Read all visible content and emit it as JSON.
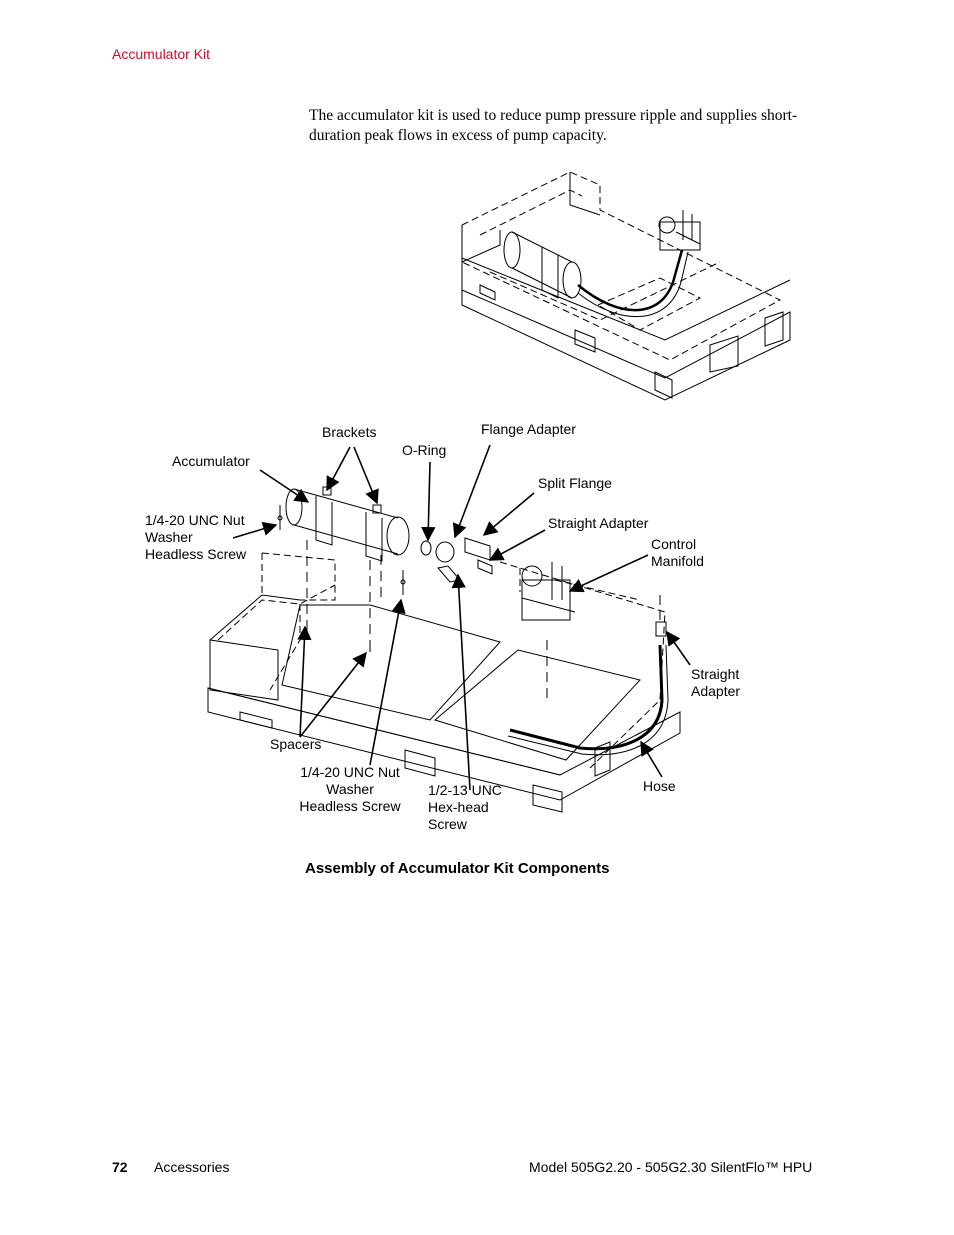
{
  "header": {
    "section": "Accumulator Kit"
  },
  "intro": "The accumulator kit is used to reduce pump pressure ripple and supplies short-duration peak flows in excess of pump capacity.",
  "callouts": {
    "accumulator": "Accumulator",
    "brackets": "Brackets",
    "o_ring": "O-Ring",
    "flange_adapter": "Flange Adapter",
    "split_flange": "Split Flange",
    "straight_adapter_top": "Straight Adapter",
    "control_manifold": [
      "Control",
      "Manifold"
    ],
    "fasteners_left": [
      "1/4-20 UNC Nut",
      "Washer",
      "Headless Screw"
    ],
    "fasteners_center": [
      "1/4-20 UNC Nut",
      "Washer",
      "Headless Screw"
    ],
    "spacers": "Spacers",
    "hex_screw": [
      "1/2-13 UNC",
      "Hex-head",
      "Screw"
    ],
    "straight_adapter_right": [
      "Straight",
      "Adapter"
    ],
    "hose": "Hose"
  },
  "caption": "Assembly of Accumulator Kit Components",
  "footer": {
    "page_number": "72",
    "section": "Accessories",
    "model": "Model 505G2.20 - 505G2.30 SilentFlo™ HPU"
  }
}
